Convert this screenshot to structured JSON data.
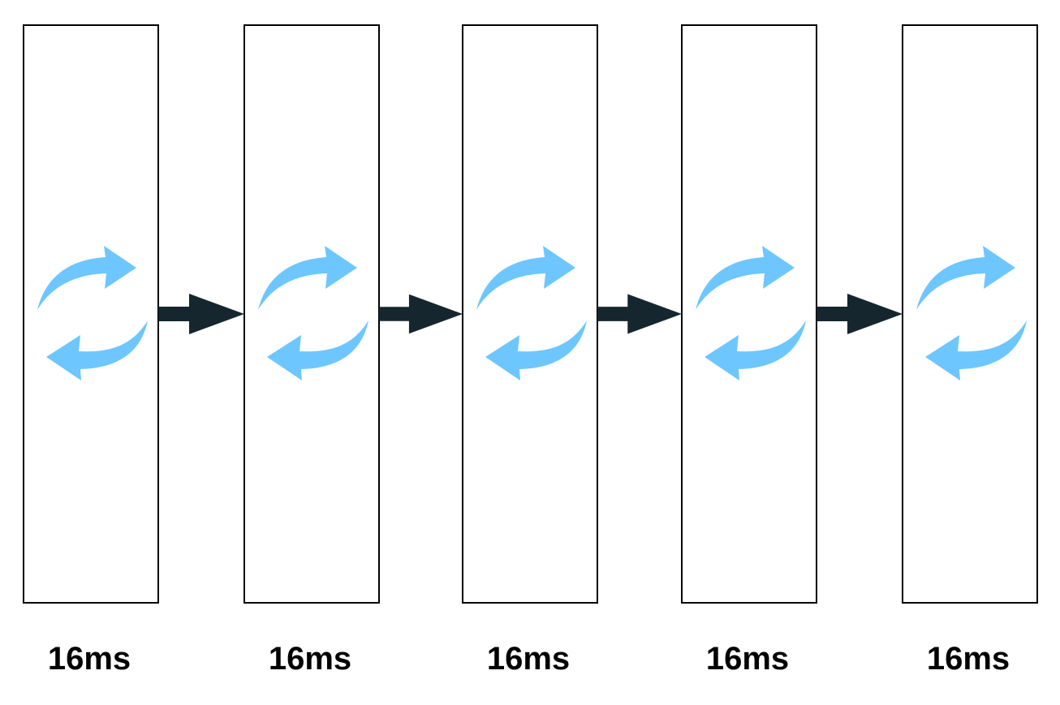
{
  "frames": [
    {
      "label": "16ms",
      "icon": "refresh-cycle-icon"
    },
    {
      "label": "16ms",
      "icon": "refresh-cycle-icon"
    },
    {
      "label": "16ms",
      "icon": "refresh-cycle-icon"
    },
    {
      "label": "16ms",
      "icon": "refresh-cycle-icon"
    },
    {
      "label": "16ms",
      "icon": "refresh-cycle-icon"
    }
  ],
  "connectors": [
    {
      "icon": "arrow-right-icon"
    },
    {
      "icon": "arrow-right-icon"
    },
    {
      "icon": "arrow-right-icon"
    },
    {
      "icon": "arrow-right-icon"
    }
  ],
  "colors": {
    "frame_stroke": "#000000",
    "cycle_arrows": "#6EC6FF",
    "connector_arrows": "#16262F"
  }
}
